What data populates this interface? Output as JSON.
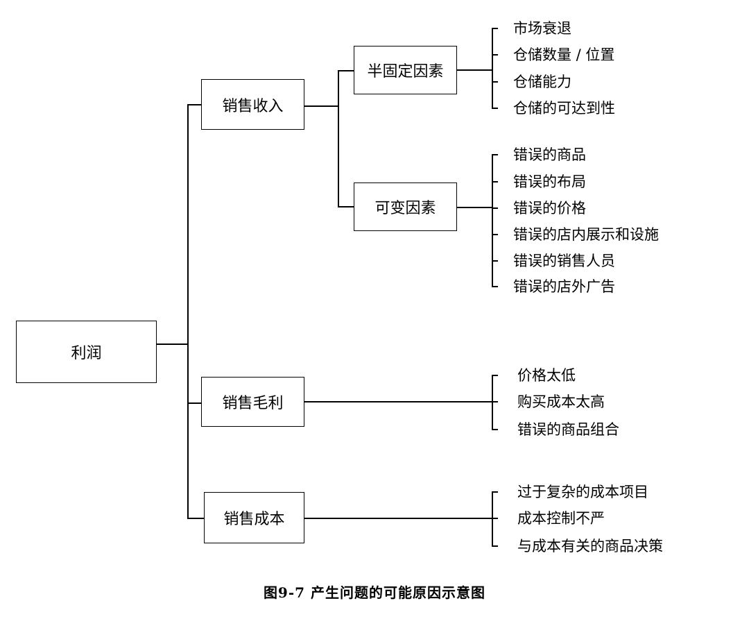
{
  "root": "利润",
  "sales_revenue": {
    "label": "销售收入",
    "semi_fixed": {
      "label": "半固定因素",
      "items": [
        "市场衰退",
        "仓储数量 / 位置",
        "仓储能力",
        "仓储的可达到性"
      ]
    },
    "variable": {
      "label": "可变因素",
      "items": [
        "错误的商品",
        "错误的布局",
        "错误的价格",
        "错误的店内展示和设施",
        "错误的销售人员",
        "错误的店外广告"
      ]
    }
  },
  "gross_margin": {
    "label": "销售毛利",
    "items": [
      "价格太低",
      "购买成本太高",
      "错误的商品组合"
    ]
  },
  "sales_cost": {
    "label": "销售成本",
    "items": [
      "过于复杂的成本项目",
      "成本控制不严",
      "与成本有关的商品决策"
    ]
  },
  "caption": "图9-7 产生问题的可能原因示意图"
}
